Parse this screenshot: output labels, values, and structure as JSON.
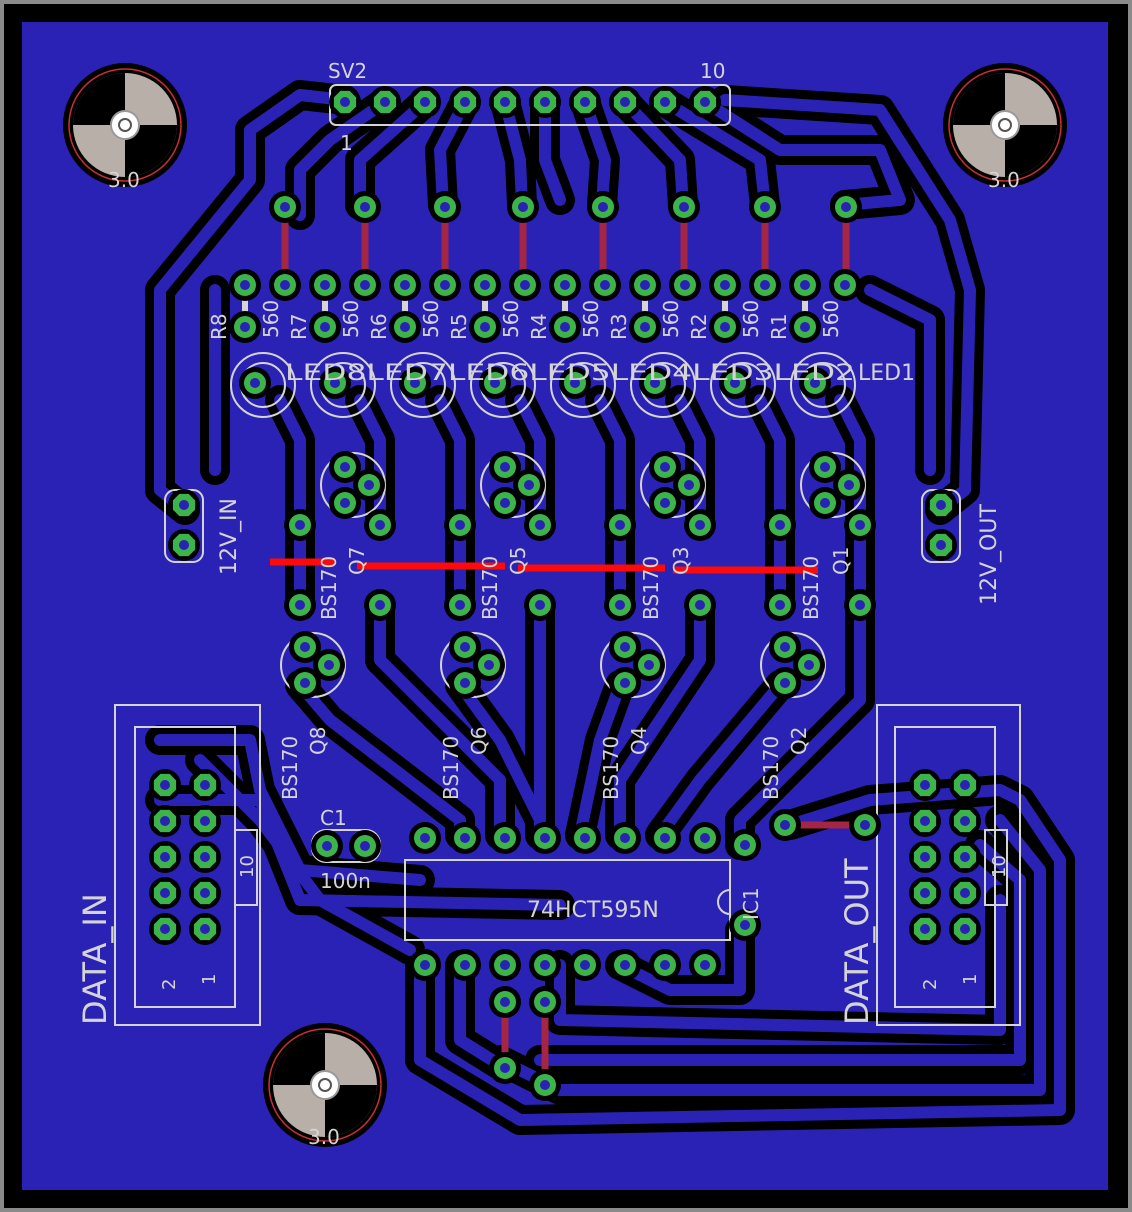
{
  "board": {
    "colors": {
      "background": "#000000",
      "board_border": "#8a8a8a",
      "copper_fill": "#2a22b4",
      "trace": "#2a22b4",
      "clearance": "#000000",
      "pad": "#3cb44a",
      "via_hole": "#2a22b4",
      "silkscreen": "#d4d4d4",
      "top_trace": "#a52545",
      "airwire": "#ff0a0a",
      "mount_hole": "#b8b0a8",
      "mount_ring": "#cc3030"
    },
    "icon": "pcb-layout-icon"
  },
  "labels": {
    "sv2": "SV2",
    "sv2_pin1": "1",
    "sv2_pin10": "10",
    "hole_size": "3.0",
    "r8": "R8",
    "r7": "R7",
    "r6": "R6",
    "r5": "R5",
    "r4": "R4",
    "r3": "R3",
    "r2": "R2",
    "r1": "R1",
    "res_value": "560",
    "led1": "LED1",
    "led_overlap": "LED8LED7LED6LED5LED4LED3LED2",
    "p12v_in": "12V_IN",
    "p12v_out": "12V_OUT",
    "bs170": "BS170",
    "q1": "Q1",
    "q2": "Q2",
    "q3": "Q3",
    "q4": "Q4",
    "q5": "Q5",
    "q6": "Q6",
    "q7": "Q7",
    "q8": "Q8",
    "c1": "C1",
    "c1_value": "100n",
    "ic1": "IC1",
    "ic1_value": "74HCT595N",
    "data_in": "DATA_IN",
    "data_out": "DATA_OUT",
    "hdr_pin2": "2",
    "hdr_pin1": "1",
    "hdr_pin10": "10"
  }
}
